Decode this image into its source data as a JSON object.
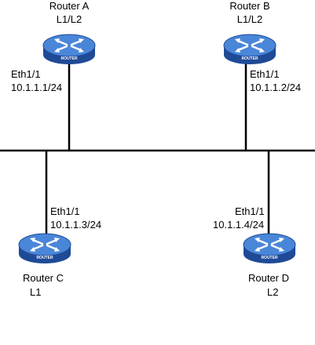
{
  "routers": [
    {
      "name": "Router A",
      "level": "L1/L2",
      "interface": "Eth1/1",
      "ip": "10.1.1.1/24"
    },
    {
      "name": "Router B",
      "level": "L1/L2",
      "interface": "Eth1/1",
      "ip": "10.1.1.2/24"
    },
    {
      "name": "Router C",
      "level": "L1",
      "interface": "Eth1/1",
      "ip": "10.1.1.3/24"
    },
    {
      "name": "Router D",
      "level": "L2",
      "interface": "Eth1/1",
      "ip": "10.1.1.4/24"
    }
  ],
  "icon_text": "ROUTER",
  "colors": {
    "router_body": "#2f5fb3",
    "router_top": "#4a86d8",
    "line": "#000000"
  }
}
